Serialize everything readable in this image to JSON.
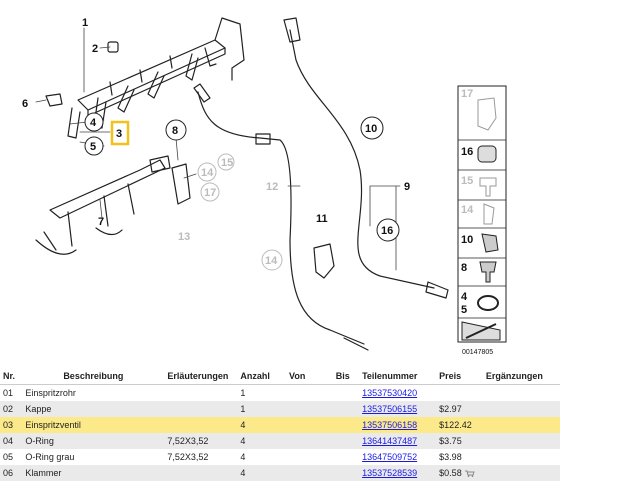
{
  "diagram": {
    "drawing_number": "00147805",
    "labels": {
      "l1": "1",
      "l2": "2",
      "l3": "3",
      "l4": "4",
      "l5": "5",
      "l6": "6",
      "l7": "7",
      "l8": "8",
      "l9": "9",
      "l10a": "10",
      "l10b": "10",
      "l11": "11",
      "l12": "12",
      "l13": "13",
      "l14a": "14",
      "l14b": "14",
      "l15": "15",
      "l16": "16",
      "l17": "17"
    },
    "side_panel": [
      "17",
      "16",
      "15",
      "14",
      "10",
      "8",
      "4",
      "5"
    ]
  },
  "table": {
    "headers": {
      "nr": "Nr.",
      "desc": "Beschreibung",
      "note": "Erläuterungen",
      "qty": "Anzahl",
      "from": "Von",
      "to": "Bis",
      "pn": "Teilenummer",
      "price": "Preis",
      "add": "Ergänzungen"
    },
    "rows": [
      {
        "nr": "01",
        "desc": "Einspritzrohr",
        "note": "",
        "qty": "1",
        "pn": "13537530420",
        "price": ""
      },
      {
        "nr": "02",
        "desc": "Kappe",
        "note": "",
        "qty": "1",
        "pn": "13537506155",
        "price": "$2.97"
      },
      {
        "nr": "03",
        "desc": "Einspritzventil",
        "note": "",
        "qty": "4",
        "pn": "13537506158",
        "price": "$122.42"
      },
      {
        "nr": "04",
        "desc": "O-Ring",
        "note": "7,52X3,52",
        "qty": "4",
        "pn": "13641437487",
        "price": "$3.75"
      },
      {
        "nr": "05",
        "desc": "O-Ring grau",
        "note": "7,52X3,52",
        "qty": "4",
        "pn": "13647509752",
        "price": "$3.98"
      },
      {
        "nr": "06",
        "desc": "Klammer",
        "note": "",
        "qty": "4",
        "pn": "13537528539",
        "price": "$0.58"
      }
    ],
    "highlight_color": "#fbe98a"
  }
}
